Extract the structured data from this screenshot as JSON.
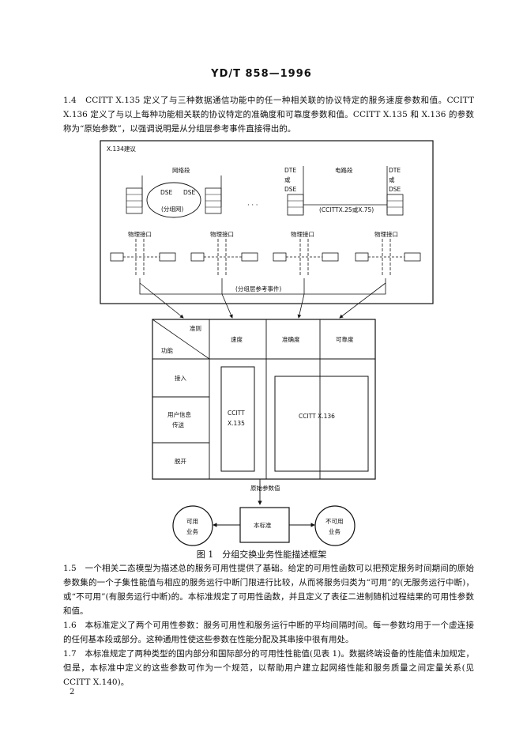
{
  "header": "YD/T 858—1996",
  "paragraphs": {
    "p14": "1.4　CCITT X.135 定义了与三种数据通信功能中的任一种相关联的协议特定的服务速度参数和值。CCITT X.136 定义了与以上每种功能相关联的协议特定的准确度和可靠度参数和值。CCITT X.135 和 X.136 的参数称为“原始参数”，以强调说明是从分组层参考事件直接得出的。",
    "p15": "1.5　一个相关二态模型为描述总的服务可用性提供了基础。给定的可用性函数可以把预定服务时间期间的原始参数集的一个子集性能值与相应的服务运行中断门限进行比较，从而将服务归类为“可用”的(无服务运行中断)，或“不可用”(有服务运行中断)的。本标准规定了可用性函数，并且定义了表征二进制随机过程结果的可用性参数和值。",
    "p16": "1.6　本标准定义了两个可用性参数：服务可用性和服务运行中断的平均间隔时间。每一参数均用于一个虚连接的任何基本段或部分。这种通用性使这些参数在性能分配及其串接中很有用处。",
    "p17": "1.7　本标准规定了两种类型的国内部分和国际部分的可用性性能值(见表 1)。数据终端设备的性能值未加规定，但是，本标准中定义的这些参数可作为一个规范，以帮助用户建立起网络性能和服务质量之间定量关系(见 CCITT X.140)。"
  },
  "figure": {
    "caption": "图 1　分组交换业务性能描述框架",
    "x134_label": "X.134建议",
    "network_section": "网络段",
    "circuit_section": "电路段",
    "dse1": "DSE",
    "dse2": "DSE",
    "packet_net": "(分组网)",
    "dots": "· · ·",
    "dte_left": [
      "DTE",
      "或",
      "DSE"
    ],
    "dte_right": [
      "DTE",
      "或",
      "DSE"
    ],
    "ccitt_x25_x75": "(CCITTX.25或X.75)",
    "phys_if": [
      "物理接口",
      "物理接口",
      "物理接口",
      "物理接口"
    ],
    "ref_events": "(分组层参考事件)",
    "grid": {
      "criteria": "准则",
      "function": "功能",
      "cols": [
        "速度",
        "准确度",
        "可靠度"
      ],
      "rows": [
        "接入",
        "用户信息\n传送",
        "脱开"
      ],
      "x135": "CCITT\nX.135",
      "x136": "CCITT X.136"
    },
    "raw_params": "原始参数值",
    "standard": "本标准",
    "available": "可用\n业务",
    "unavailable": "不可用\n业务"
  },
  "page_number": "2"
}
